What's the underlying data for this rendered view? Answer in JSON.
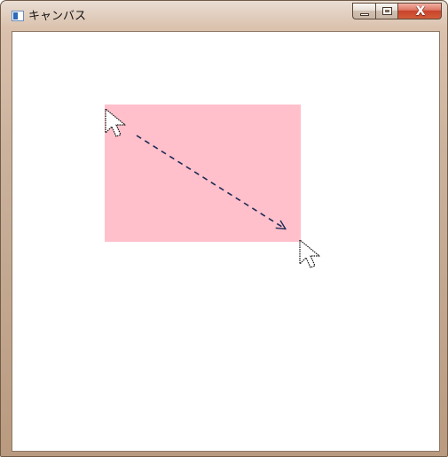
{
  "window": {
    "title": "キャンバス",
    "icon": "application-window-icon",
    "caption_buttons": {
      "minimize": "minimize-icon",
      "maximize": "maximize-icon",
      "close": "close-icon",
      "close_label": "X"
    }
  },
  "canvas": {
    "background_color": "#ffffff",
    "rectangle_color": "#ffc0cb",
    "arrow_color": "#1d2a55",
    "cursor_icons": [
      "arrow-cursor-icon",
      "arrow-cursor-icon"
    ],
    "arrow_style": "dashed"
  }
}
